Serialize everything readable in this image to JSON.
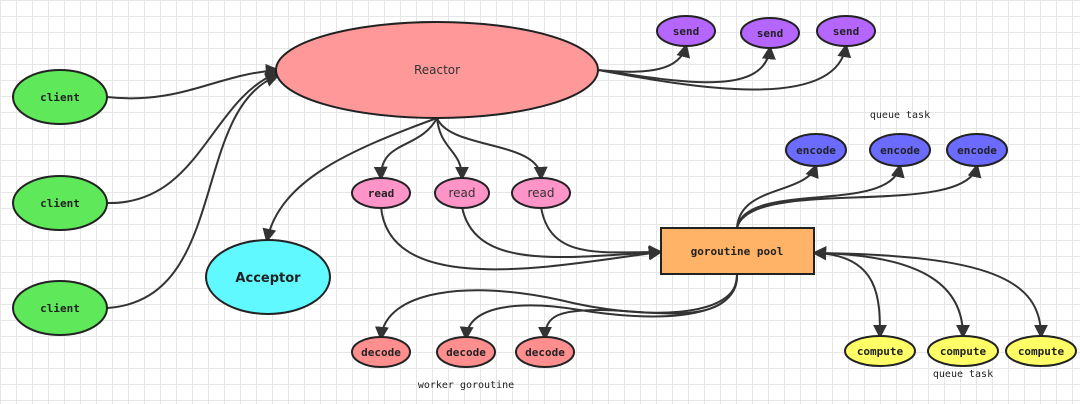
{
  "colors": {
    "client": "#5ee85a",
    "reactor": "#ff9999",
    "acceptor": "#5ff9ff",
    "send": "#b566ff",
    "read": "#ff94c9",
    "encode": "#6b6bff",
    "decode": "#ff8f8f",
    "compute": "#ffff66",
    "pool": "#ffb366"
  },
  "nodes": {
    "clients": [
      "client",
      "client",
      "client"
    ],
    "reactor": "Reactor",
    "acceptor": "Acceptor",
    "sends": [
      "send",
      "send",
      "send"
    ],
    "reads": [
      "read",
      "read",
      "read"
    ],
    "encodes": [
      "encode",
      "encode",
      "encode"
    ],
    "pool": "goroutine pool",
    "decodes": [
      "decode",
      "decode",
      "decode"
    ],
    "computes": [
      "compute",
      "compute",
      "compute"
    ]
  },
  "notes": {
    "send_queue": "queue task",
    "compute_queue": "queue task",
    "worker": "worker goroutine"
  }
}
